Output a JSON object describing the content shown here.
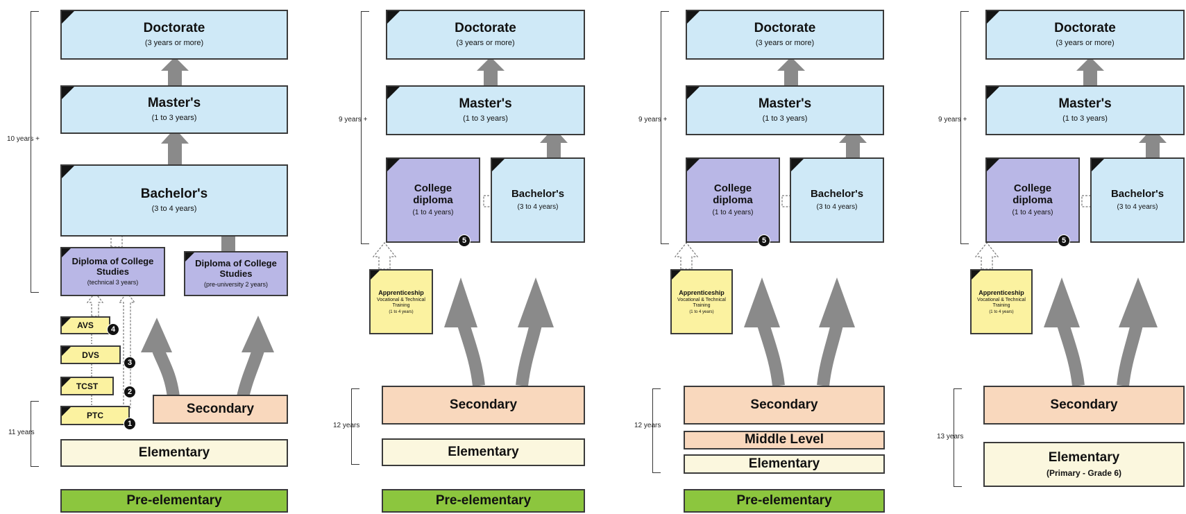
{
  "col1": {
    "doctorate": {
      "title": "Doctorate",
      "sub": "(3 years or more)"
    },
    "masters": {
      "title": "Master's",
      "sub": "(1 to 3 years)"
    },
    "bachelors": {
      "title": "Bachelor's",
      "sub": "(3 to 4 years)"
    },
    "dcs_tech": {
      "title": "Diploma of College Studies",
      "sub": "(technical 3 years)"
    },
    "dcs_preuni": {
      "title": "Diploma of College Studies",
      "sub": "(pre-university 2 years)"
    },
    "avs": {
      "label": "AVS",
      "badge": "4"
    },
    "dvs": {
      "label": "DVS",
      "badge": "3"
    },
    "tcst": {
      "label": "TCST",
      "badge": "2"
    },
    "ptc": {
      "label": "PTC",
      "badge": "1"
    },
    "secondary": "Secondary",
    "elementary": "Elementary",
    "pre_elementary": "Pre-elementary",
    "years_upper": "10 years +",
    "years_lower": "11 years"
  },
  "col2": {
    "doctorate": {
      "title": "Doctorate",
      "sub": "(3 years or more)"
    },
    "masters": {
      "title": "Master's",
      "sub": "(1 to 3 years)"
    },
    "college": {
      "title": "College diploma",
      "sub": "(1 to 4 years)",
      "badge": "5"
    },
    "bachelors": {
      "title": "Bachelor's",
      "sub": "(3 to 4 years)"
    },
    "apprentice": {
      "title": "Apprenticeship",
      "sub": "Vocational & Technical Training",
      "years": "(1 to 4 years)"
    },
    "secondary": "Secondary",
    "elementary": "Elementary",
    "pre_elementary": "Pre-elementary",
    "years_upper": "9 years +",
    "years_lower": "12 years"
  },
  "col3": {
    "doctorate": {
      "title": "Doctorate",
      "sub": "(3 years or more)"
    },
    "masters": {
      "title": "Master's",
      "sub": "(1 to 3 years)"
    },
    "college": {
      "title": "College diploma",
      "sub": "(1 to 4 years)",
      "badge": "5"
    },
    "bachelors": {
      "title": "Bachelor's",
      "sub": "(3 to 4 years)"
    },
    "apprentice": {
      "title": "Apprenticeship",
      "sub": "Vocational & Technical Training",
      "years": "(1 to 4 years)"
    },
    "secondary": "Secondary",
    "middle": "Middle Level",
    "elementary": "Elementary",
    "pre_elementary": "Pre-elementary",
    "years_upper": "9 years +",
    "years_lower": "12 years"
  },
  "col4": {
    "doctorate": {
      "title": "Doctorate",
      "sub": "(3 years or more)"
    },
    "masters": {
      "title": "Master's",
      "sub": "(1 to 3 years)"
    },
    "college": {
      "title": "College diploma",
      "sub": "(1 to 4 years)",
      "badge": "5"
    },
    "bachelors": {
      "title": "Bachelor's",
      "sub": "(3 to 4 years)"
    },
    "apprentice": {
      "title": "Apprenticeship",
      "sub": "Vocational & Technical Training",
      "years": "(1 to 4 years)"
    },
    "secondary": "Secondary",
    "elementary": {
      "title": "Elementary",
      "sub": "(Primary - Grade 6)"
    },
    "years_upper": "9 years +",
    "years_lower": "13 years"
  },
  "colors": {
    "blue": "#cfe9f7",
    "purple": "#b9b7e6",
    "orange": "#f9d8bd",
    "cream": "#fbf7de",
    "green": "#8cc63e",
    "yellow": "#fbf2a0",
    "arrow": "#8a8a8a"
  }
}
